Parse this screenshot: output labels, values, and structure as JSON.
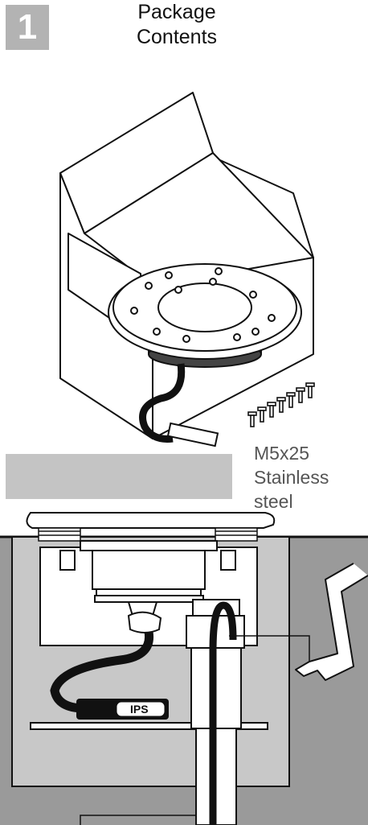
{
  "step": {
    "number": "1",
    "title_line1": "Package",
    "title_line2": "Contents"
  },
  "screws": {
    "line1": "M5x25",
    "line2": "Stainless",
    "line3": "steel"
  },
  "connector": {
    "brand": "IPS"
  },
  "colors": {
    "badge": "#b3b3b3",
    "banner": "#c4c4c4",
    "ground": "#9a9a9a",
    "concrete": "#c8c8c8"
  }
}
